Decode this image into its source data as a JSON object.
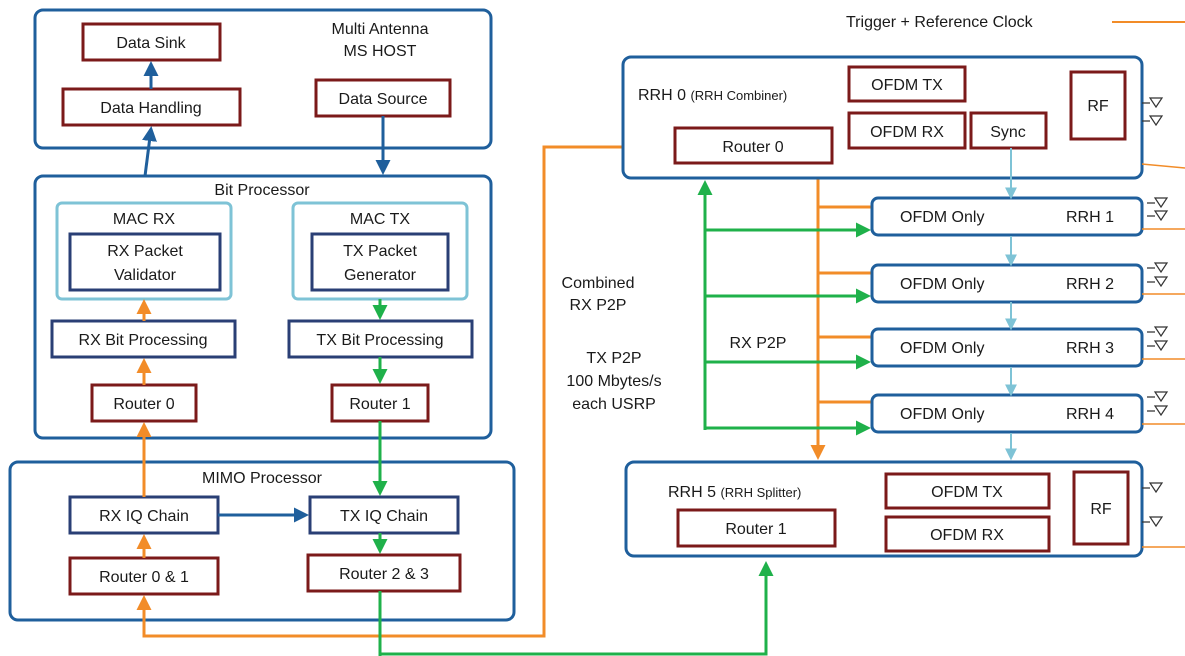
{
  "legend": {
    "trigger_clock": "Trigger + Reference Clock"
  },
  "host": {
    "title_line1": "Multi Antenna",
    "title_line2": "MS HOST",
    "data_sink": "Data Sink",
    "data_handling": "Data Handling",
    "data_source": "Data Source"
  },
  "bit_processor": {
    "title": "Bit Processor",
    "mac_rx": "MAC RX",
    "rx_packet_validator_line1": "RX Packet",
    "rx_packet_validator_line2": "Validator",
    "mac_tx": "MAC TX",
    "tx_packet_generator_line1": "TX Packet",
    "tx_packet_generator_line2": "Generator",
    "rx_bit_processing": "RX Bit Processing",
    "tx_bit_processing": "TX Bit Processing",
    "router0": "Router 0",
    "router1": "Router 1"
  },
  "mimo_processor": {
    "title": "MIMO Processor",
    "rx_iq_chain": "RX IQ Chain",
    "tx_iq_chain": "TX IQ Chain",
    "router01": "Router 0 & 1",
    "router23": "Router 2 & 3"
  },
  "links": {
    "combined_line1": "Combined",
    "combined_line2": "RX P2P",
    "tx_line1": "TX P2P",
    "tx_line2": "100 Mbytes/s",
    "tx_line3": "each USRP",
    "rx_p2p": "RX P2P"
  },
  "rrh0": {
    "title": "RRH 0",
    "title_paren": "(RRH Combiner)",
    "ofdm_tx": "OFDM TX",
    "ofdm_rx": "OFDM RX",
    "sync": "Sync",
    "router": "Router 0",
    "rf": "RF"
  },
  "rrh_only": [
    {
      "left": "OFDM Only",
      "right": "RRH 1"
    },
    {
      "left": "OFDM Only",
      "right": "RRH 2"
    },
    {
      "left": "OFDM Only",
      "right": "RRH 3"
    },
    {
      "left": "OFDM Only",
      "right": "RRH 4"
    }
  ],
  "rrh5": {
    "title": "RRH 5",
    "title_paren": "(RRH Splitter)",
    "ofdm_tx": "OFDM TX",
    "ofdm_rx": "OFDM RX",
    "router": "Router 1",
    "rf": "RF"
  },
  "colors": {
    "blue": "#1f5f9c",
    "red": "#7b1a1a",
    "light_blue": "#7ec3d6",
    "navy": "#2a3f75",
    "orange": "#f28c28",
    "green": "#1fb14a"
  }
}
